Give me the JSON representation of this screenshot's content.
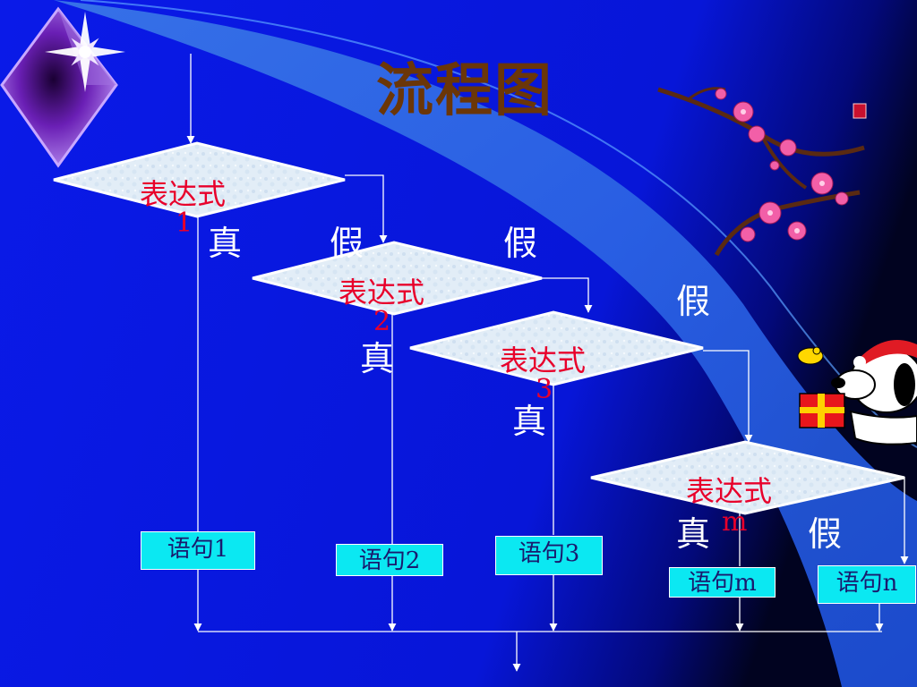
{
  "title": "流程图",
  "decisions": [
    {
      "label": "表达式",
      "num": "1"
    },
    {
      "label": "表达式",
      "num": "2"
    },
    {
      "label": "表达式",
      "num": "3"
    },
    {
      "label": "表达式",
      "num": "m"
    }
  ],
  "branch_labels": {
    "true": "真",
    "false": "假"
  },
  "statements": [
    "语句1",
    "语句2",
    "语句3",
    "语句m",
    "语句n"
  ],
  "colors": {
    "background": "#0a1ae6",
    "background_edge": "#02063a",
    "diamond_fill": "#e4eef8",
    "statement_fill": "#0be8f2",
    "title": "#6b3608",
    "expr_label": "#e8002b",
    "branch_text": "#ffffff"
  },
  "decorations": [
    "star-diamond-icon",
    "plum-blossom-branch",
    "snoopy-gift-cartoon",
    "seal-stamp"
  ]
}
